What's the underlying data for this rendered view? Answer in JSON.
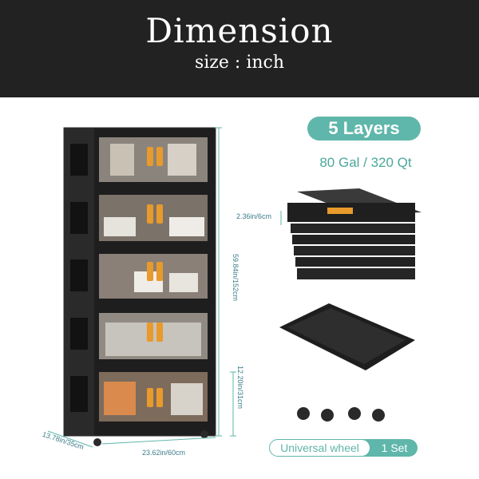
{
  "header": {
    "title": "Dimension",
    "subtitle": "size : inch"
  },
  "badge": {
    "label": "5 Layers"
  },
  "capacity": {
    "text": "80 Gal / 320 Qt"
  },
  "dimensions": {
    "height_total": "59.84in/152cm",
    "height_layer": "12.20in/31cm",
    "depth": "13.78in/35cm",
    "width": "23.62in/60cm",
    "fold_height": "2.36in/6cm"
  },
  "wheels": {
    "label": "Universal wheel",
    "quantity": "1 Set"
  },
  "colors": {
    "accent": "#5fb6aa",
    "dark": "#222222",
    "cabinet": "#1e1e1e",
    "handle": "#e89a2c"
  }
}
